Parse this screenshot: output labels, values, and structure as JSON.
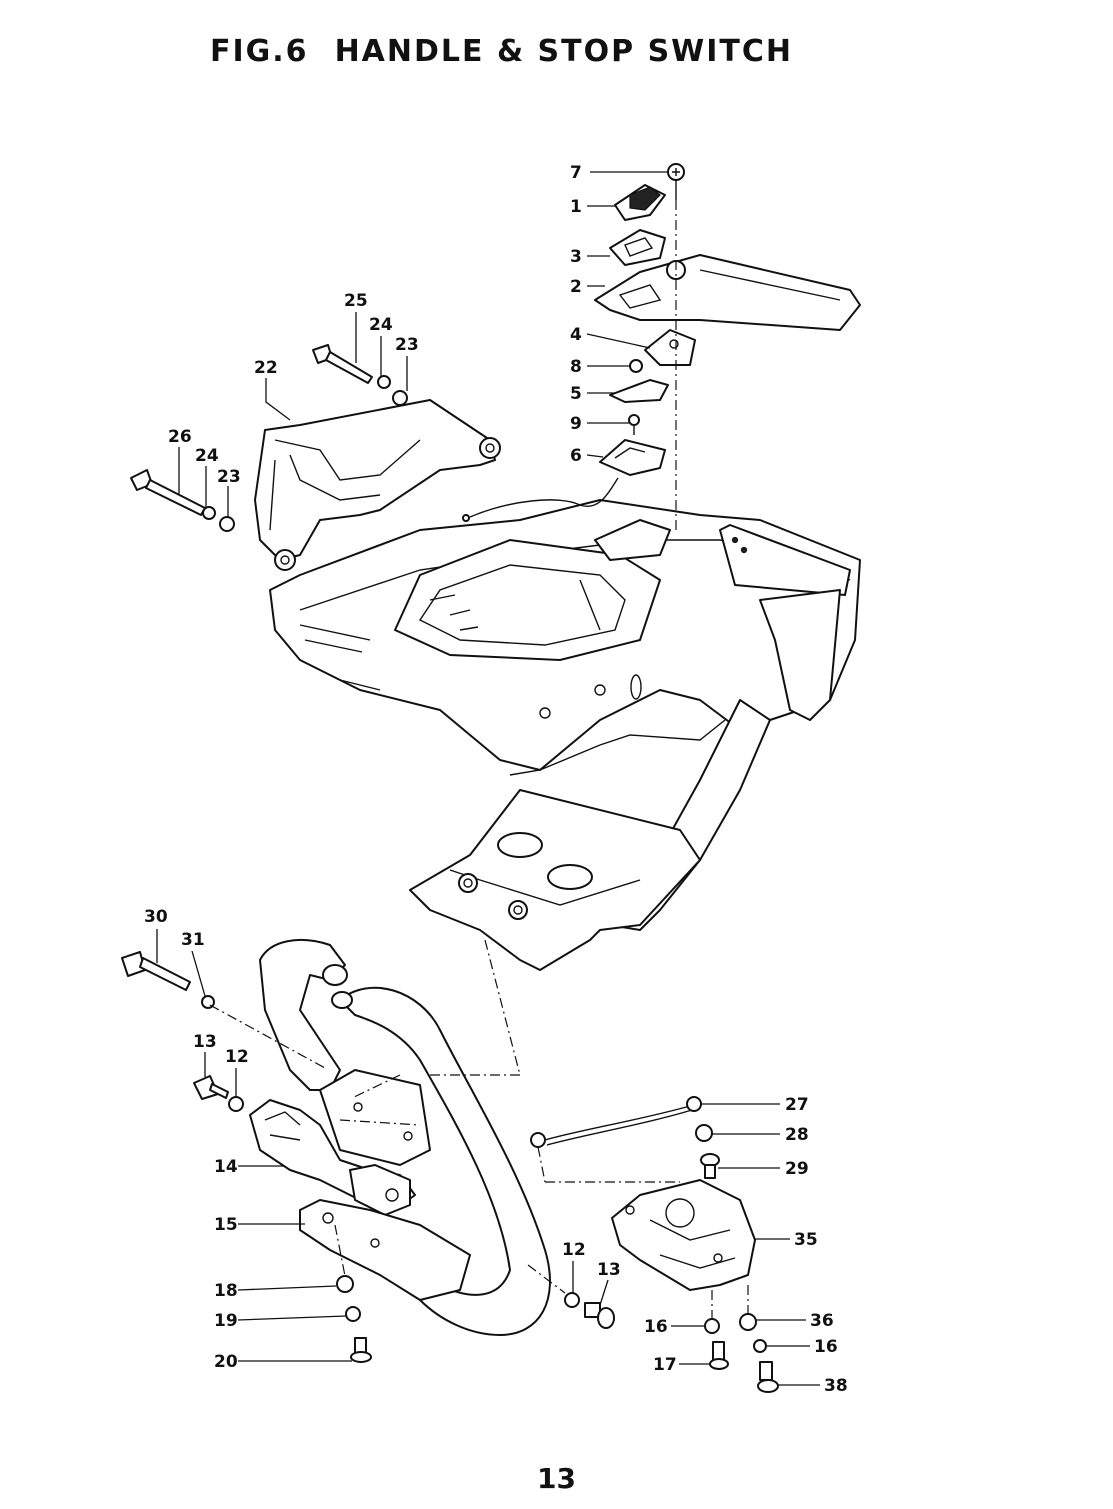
{
  "title": {
    "fig": "FIG.6",
    "name": "HANDLE & STOP SWITCH"
  },
  "page_number": "13",
  "callouts": [
    "7",
    "1",
    "3",
    "2",
    "4",
    "8",
    "5",
    "9",
    "6",
    "25",
    "24",
    "23",
    "22",
    "26",
    "24",
    "23",
    "30",
    "31",
    "13",
    "12",
    "14",
    "15",
    "18",
    "19",
    "20",
    "27",
    "28",
    "29",
    "35",
    "12",
    "13",
    "36",
    "16",
    "16",
    "17",
    "38"
  ]
}
